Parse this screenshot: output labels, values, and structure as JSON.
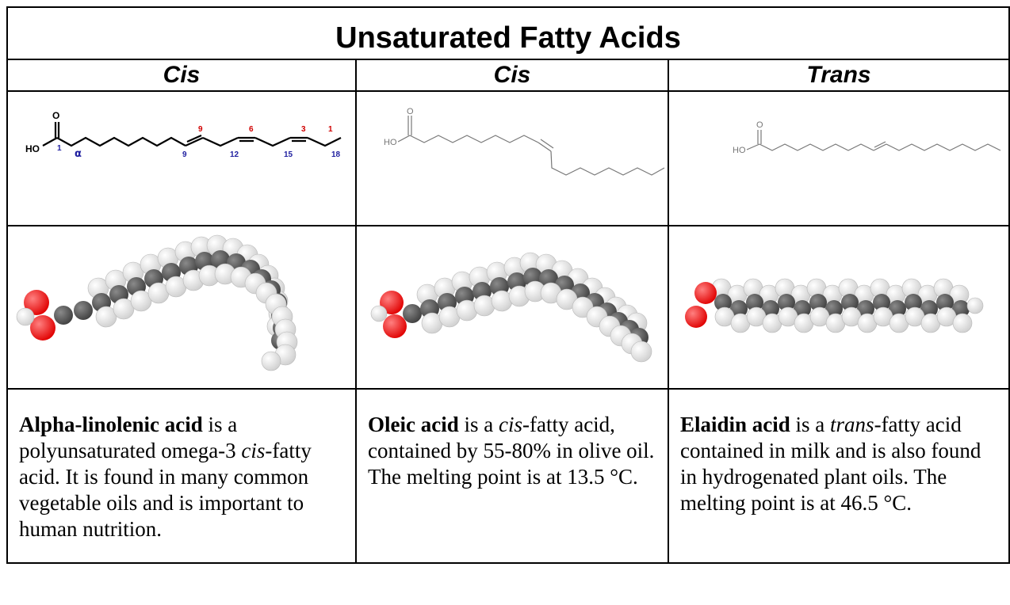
{
  "title": "Unsaturated Fatty Acids",
  "columns": [
    {
      "heading": "Cis",
      "structure": {
        "labels": {
          "hydroxyl": "HO",
          "oxygen": "O"
        },
        "red_numbers": [
          "9",
          "6",
          "3",
          "1"
        ],
        "blue_numbers": [
          "1",
          "9",
          "12",
          "15",
          "18"
        ],
        "greek": "α"
      },
      "model_image": "space-filling model of alpha-linolenic acid (bent, three cis double bonds)",
      "description": {
        "name": "Alpha-linolenic acid",
        "seg1": " is a polyunsaturated omega-3 ",
        "seg1_italic": "cis",
        "seg2": "-fatty acid. It is found in many common vegetable oils and is important to human nutrition.",
        "seg2_italic": "",
        "seg3": ""
      }
    },
    {
      "heading": "Cis",
      "structure": {
        "labels": {
          "hydroxyl": "HO",
          "oxygen": "O"
        }
      },
      "model_image": "space-filling model of oleic acid (kinked at one cis double bond)",
      "description": {
        "name": "Oleic acid",
        "seg1": " is a ",
        "seg1_italic": "cis",
        "seg2": "-fatty acid, contained by 55-80% in olive oil. The melting point is at 13.5 °C.",
        "seg2_italic": "",
        "seg3": ""
      }
    },
    {
      "heading": "Trans",
      "structure": {
        "labels": {
          "hydroxyl": "HO",
          "oxygen": "O"
        }
      },
      "model_image": "space-filling model of elaidic acid (straight chain, one trans double bond)",
      "description": {
        "name": "Elaidin acid",
        "seg1": " is a ",
        "seg1_italic": "trans",
        "seg2": "-fatty acid contained in milk and is also found in hydrogenated plant oils. The melting point is at 46.5 °C.",
        "seg2_italic": "",
        "seg3": ""
      }
    }
  ],
  "colors": {
    "oxygen": "#e00000",
    "carbon": "#404040",
    "hydrogen": "#f2f2f2",
    "omega_numbers": "#d00000",
    "delta_numbers": "#2020a0"
  }
}
